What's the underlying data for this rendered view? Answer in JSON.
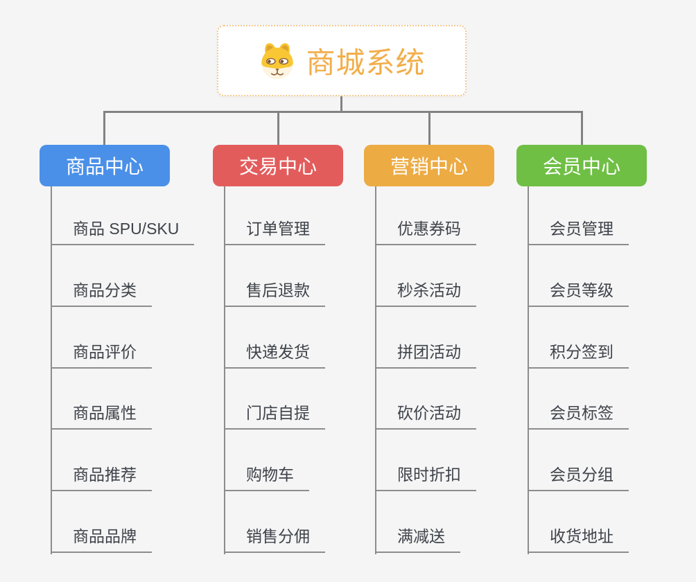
{
  "app": {
    "background_color": "#f5f5f5",
    "connector_color": "#828282"
  },
  "root": {
    "title": "商城系统",
    "title_color": "#f2ae4a",
    "border_color": "#f3c88f",
    "icon": "doge-face-icon"
  },
  "branches": [
    {
      "label": "商品中心",
      "color": "#4a90e8",
      "items": [
        "商品 SPU/SKU",
        "商品分类",
        "商品评价",
        "商品属性",
        "商品推荐",
        "商品品牌"
      ]
    },
    {
      "label": "交易中心",
      "color": "#e35c5c",
      "items": [
        "订单管理",
        "售后退款",
        "快递发货",
        "门店自提",
        "购物车",
        "销售分佣"
      ]
    },
    {
      "label": "营销中心",
      "color": "#ecab43",
      "items": [
        "优惠券码",
        "秒杀活动",
        "拼团活动",
        "砍价活动",
        "限时折扣",
        "满减送"
      ]
    },
    {
      "label": "会员中心",
      "color": "#6fbf45",
      "items": [
        "会员管理",
        "会员等级",
        "积分签到",
        "会员标签",
        "会员分组",
        "收货地址"
      ]
    }
  ]
}
